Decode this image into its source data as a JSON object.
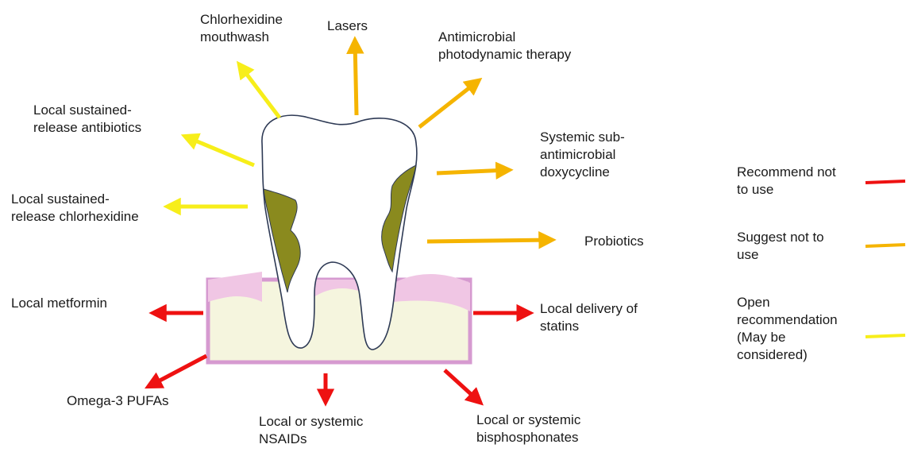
{
  "labels": {
    "chlorhexidine_mouthwash": "Chlorhexidine\nmouthwash",
    "lasers": "Lasers",
    "aPDT": "Antimicrobial\nphotodynamic therapy",
    "local_sr_antibiotics": "Local sustained-\nrelease antibiotics",
    "systemic_sdd": "Systemic sub-\nantimicrobial\ndoxycycline",
    "local_sr_chlorhexidine": "Local sustained-\nrelease chlorhexidine",
    "probiotics": "Probiotics",
    "local_metformin": "Local metformin",
    "local_statins": "Local delivery of\nstatins",
    "omega3": "Omega-3 PUFAs",
    "nsaids": "Local or systemic\nNSAIDs",
    "bisphosphonates": "Local or systemic\nbisphosphonates"
  },
  "legend": {
    "recommend_not": "Recommend not\nto use",
    "suggest_not": "Suggest not to\nuse",
    "open": "Open\nrecommendation\n(May be\nconsidered)"
  },
  "colors": {
    "recommend_not": "#ee1111",
    "suggest_not": "#f5b400",
    "open": "#f7ee1a",
    "tooth_outline": "#2e3a55",
    "calculus": "#8a8a1e",
    "gingiva": "#f0c6e4",
    "bone": "#f5f5de"
  }
}
